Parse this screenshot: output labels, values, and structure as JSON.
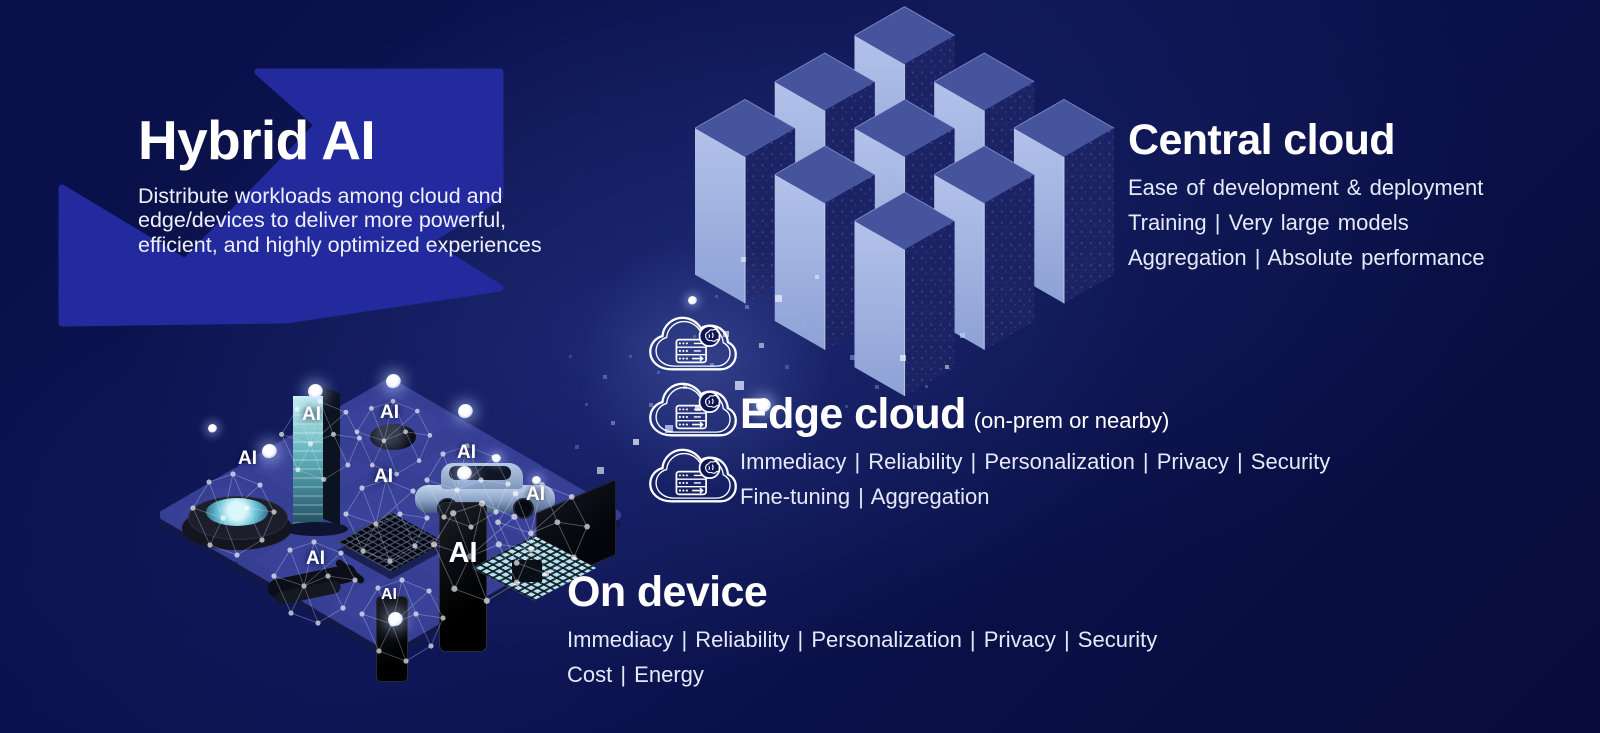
{
  "hybrid": {
    "title": "Hybrid AI",
    "description": "Distribute workloads among cloud and edge/devices to deliver more powerful, efficient, and highly optimized experiences"
  },
  "central_cloud": {
    "title": "Central cloud",
    "benefits": [
      "Ease of development & deployment",
      "Training | Very large models",
      "Aggregation | Absolute performance"
    ]
  },
  "edge_cloud": {
    "title": "Edge cloud",
    "qualifier": "(on-prem or nearby)",
    "benefits": [
      "Immediacy | Reliability | Personalization | Privacy | Security",
      "Fine-tuning | Aggregation"
    ],
    "icon": "cloud-server-ai-icon",
    "icon_count": 3
  },
  "on_device": {
    "title": "On device",
    "benefits": [
      "Immediacy | Reliability | Personalization | Privacy | Security",
      "Cost | Energy"
    ]
  },
  "devices": [
    {
      "name": "server-tower",
      "label": "AI"
    },
    {
      "name": "earbuds",
      "label": "AI"
    },
    {
      "name": "car",
      "label": "AI"
    },
    {
      "name": "robot-vacuum",
      "label": "AI"
    },
    {
      "name": "ai-chip",
      "label": "AI"
    },
    {
      "name": "smartphone",
      "label": "AI"
    },
    {
      "name": "smart-glasses",
      "label": "AI"
    },
    {
      "name": "phone",
      "label": "AI"
    },
    {
      "name": "laptop",
      "label": "AI"
    }
  ],
  "colors": {
    "background": "#0a1048",
    "arrow_blue": "#232a9e",
    "heading_text": "#ffffff",
    "body_text": "#e6eaf8",
    "tower_light": "#a2b3e0",
    "tower_top": "#46549e",
    "tower_side": "#1c2365",
    "tile_blue": "#363f94",
    "glow_cyan": "#bff1f7"
  }
}
